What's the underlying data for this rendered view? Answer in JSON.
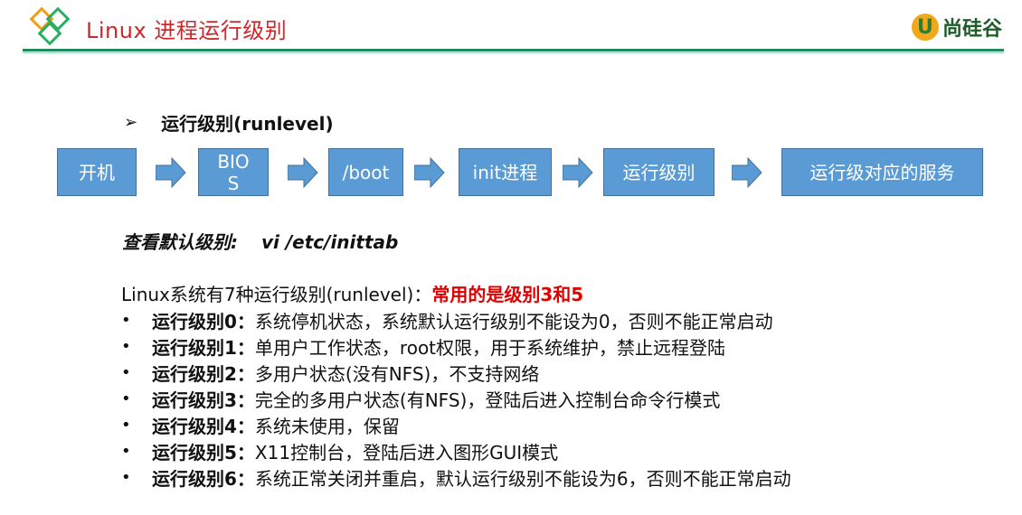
{
  "header": {
    "title": "Linux 进程运行级别",
    "brand_mark": "U",
    "brand_text": "尚硅谷",
    "accent_color": "#d1262b",
    "rule_color": "#1f8a5a"
  },
  "section": {
    "bullet_glyph": "➢",
    "heading": "运行级别(runlevel)"
  },
  "flow": {
    "box_color": "#5b9bd5",
    "arrow_color": "#5b9bd5",
    "steps": [
      "开机",
      "BIO S",
      "/boot",
      "init进程",
      "运行级别",
      "运行级对应的服务"
    ]
  },
  "view_default": {
    "label": "查看默认级别:",
    "command": "vi /etc/inittab"
  },
  "intro": {
    "text": "Linux系统有7种运行级别(runlevel)：",
    "highlight": "常用的是级别3和5"
  },
  "levels": [
    {
      "label": "运行级别0：",
      "desc": "系统停机状态，系统默认运行级别不能设为0，否则不能正常启动"
    },
    {
      "label": "运行级别1：",
      "desc": "单用户工作状态，root权限，用于系统维护，禁止远程登陆"
    },
    {
      "label": "运行级别2：",
      "desc": "多用户状态(没有NFS)，不支持网络"
    },
    {
      "label": "运行级别3：",
      "desc": "完全的多用户状态(有NFS)，登陆后进入控制台命令行模式"
    },
    {
      "label": "运行级别4：",
      "desc": "系统未使用，保留"
    },
    {
      "label": "运行级别5：",
      "desc": "X11控制台，登陆后进入图形GUI模式"
    },
    {
      "label": "运行级别6：",
      "desc": "系统正常关闭并重启，默认运行级别不能设为6，否则不能正常启动"
    }
  ]
}
